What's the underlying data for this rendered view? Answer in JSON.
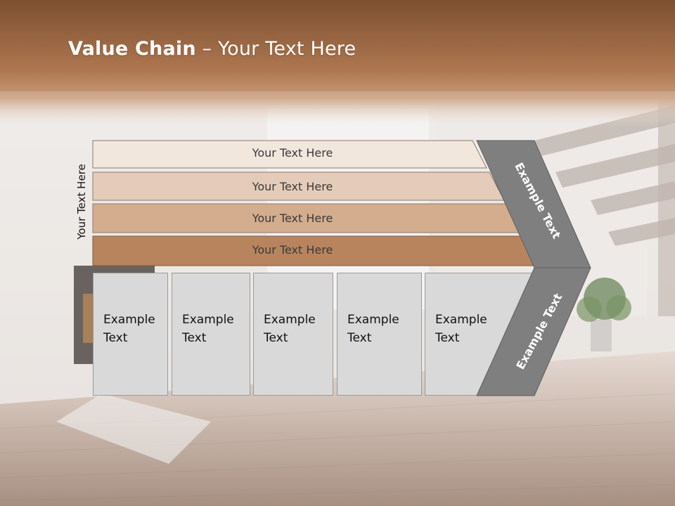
{
  "slide": {
    "title_bold": "Value Chain",
    "title_rest": " – Your Text Here",
    "vertical_label": "Your Text Here",
    "rows": [
      {
        "label": "Your Text Here",
        "color": "#f1e7dd"
      },
      {
        "label": "Your Text Here",
        "color": "#e5ccba"
      },
      {
        "label": "Your Text Here",
        "color": "#d4ac8e"
      },
      {
        "label": "Your Text Here",
        "color": "#b8845e"
      }
    ],
    "boxes": [
      {
        "line1": "Example",
        "line2": "Text"
      },
      {
        "line1": "Example",
        "line2": "Text"
      },
      {
        "line1": "Example",
        "line2": "Text"
      },
      {
        "line1": "Example",
        "line2": "Text"
      },
      {
        "line1": "Example",
        "line2": "Text"
      }
    ],
    "chevron_top_text": "Example Text",
    "chevron_bottom_text": "Example Text",
    "colors": {
      "header_band": "#a8714a",
      "chevron": "#7f7f7f",
      "box_fill": "#d9d9d9",
      "floor": "#6e4a33"
    }
  }
}
